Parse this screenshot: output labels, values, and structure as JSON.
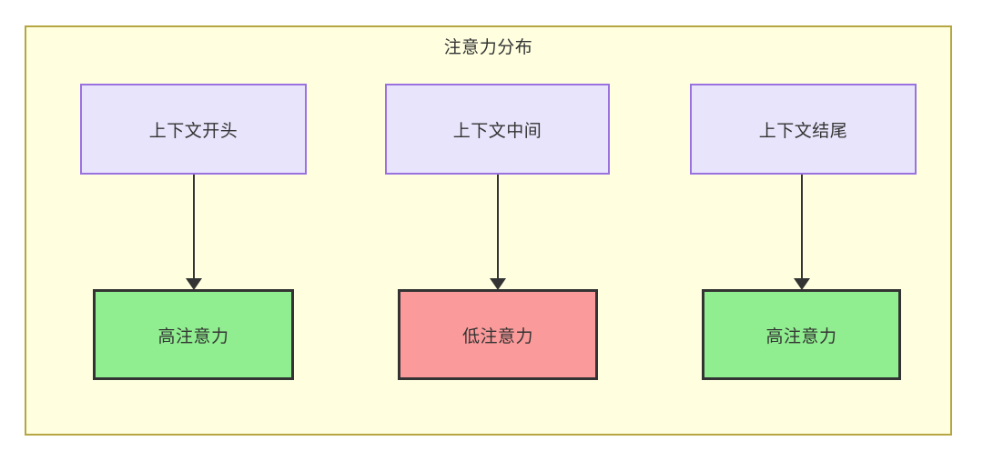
{
  "diagram": {
    "title": "注意力分布",
    "container": {
      "background_color": "#ffffe0",
      "border_color": "#b5a642"
    },
    "columns": [
      {
        "source": {
          "label": "上下文开头",
          "fill": "#e8e4fb",
          "stroke": "#9a72e0"
        },
        "target": {
          "label": "高注意力",
          "fill": "#90ee90",
          "stroke": "#333333"
        }
      },
      {
        "source": {
          "label": "上下文中间",
          "fill": "#e8e4fb",
          "stroke": "#9a72e0"
        },
        "target": {
          "label": "低注意力",
          "fill": "#fa9a9a",
          "stroke": "#333333"
        }
      },
      {
        "source": {
          "label": "上下文结尾",
          "fill": "#e8e4fb",
          "stroke": "#9a72e0"
        },
        "target": {
          "label": "高注意力",
          "fill": "#90ee90",
          "stroke": "#333333"
        }
      }
    ]
  }
}
